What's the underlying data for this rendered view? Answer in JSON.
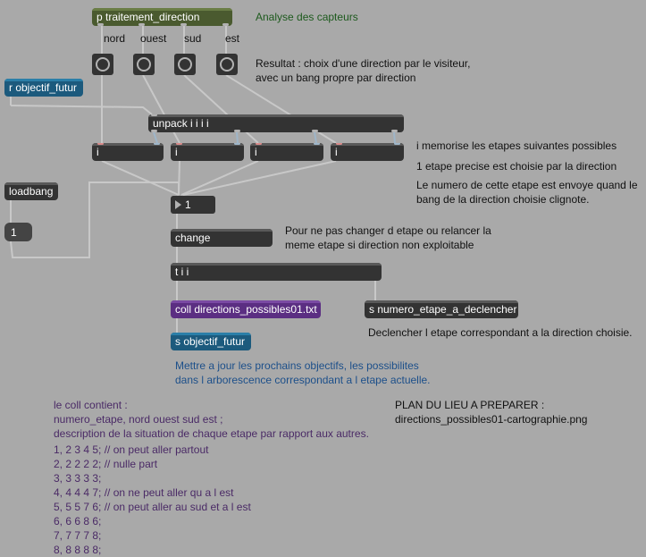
{
  "objects": {
    "p_traitement": "p traitement_direction",
    "r_objectif": "r objectif_futur",
    "unpack": "unpack i i i i",
    "i1": "i",
    "i2": "i",
    "i3": "i",
    "i4": "i",
    "loadbang": "loadbang",
    "msg_one": "1",
    "number_box": "1",
    "change": "change",
    "tii": "t i i",
    "coll": "coll directions_possibles01.txt",
    "s_numero": "s numero_etape_a_declencher",
    "s_objectif": "s objectif_futur"
  },
  "direction_labels": {
    "nord": "nord",
    "ouest": "ouest",
    "sud": "sud",
    "est": "est"
  },
  "comments": {
    "analyse": "Analyse des capteurs",
    "resultat": "Resultat : choix d'une direction par le visiteur,\navec un bang propre par direction",
    "memorise": "i memorise les etapes suivantes possibles",
    "etape_precise": "1 etape precise est choisie par la direction",
    "numero_envoye": "Le numero de cette etape est envoye quand le\nbang de la direction choisie clignote.",
    "pour_ne_pas": "Pour ne pas changer d etape ou relancer la\nmeme etape si direction non exploitable",
    "declencher": "Declencher l etape correspondant a la direction choisie.",
    "mettre_a_jour": "Mettre a jour les prochains objectifs, les possibilites\ndans l arborescence correspondant a l etape actuelle.",
    "coll_contient": "le coll contient :\nnumero_etape, nord ouest sud est ;\ndescription de la situation de chaque etape par rapport aux autres.",
    "coll_lines": "1, 2 3 4 5; // on peut aller partout\n2, 2 2 2 2; // nulle part\n3, 3 3 3 3;\n4, 4 4 4 7; // on ne peut aller qu a l est\n5, 5 5 7 6; // on peut aller au sud et a l est\n6, 6 6 8 6;\n7, 7 7 7 8;\n8, 8 8 8 8;",
    "plan": "PLAN DU LIEU A PREPARER :\ndirections_possibles01-cartographie.png"
  },
  "colors": {
    "background": "#a9a9a9",
    "object": "#333333",
    "send_receive": "#1c5a7d",
    "coll": "#5b2e82",
    "subpatch": "#4a5a2f",
    "cord": "#b8b8b8",
    "int_cord": "#9fb6c9"
  },
  "icons": [
    "bang-icon",
    "number-arrow-icon"
  ]
}
